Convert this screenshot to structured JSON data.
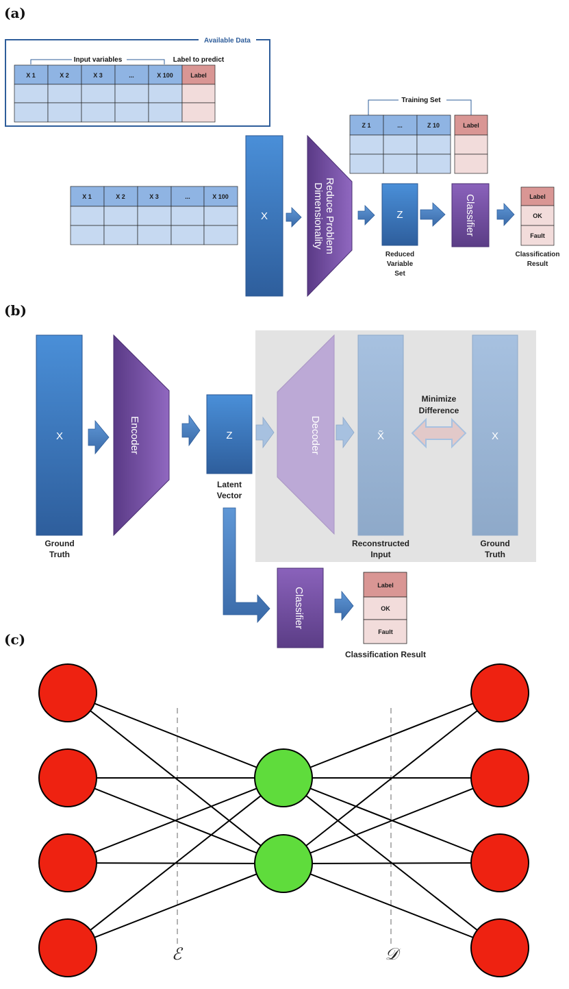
{
  "panels": {
    "a": "(a)",
    "b": "(b)",
    "c": "(c)"
  },
  "panel_a": {
    "available_data_title": "Available Data",
    "input_variables_label": "Input variables",
    "label_to_predict": "Label to predict",
    "input_headers": [
      "X 1",
      "X 2",
      "X 3",
      "...",
      "X 100"
    ],
    "label_header": "Label",
    "training_set_title": "Training Set",
    "training_headers": [
      "Z 1",
      "...",
      "Z 10"
    ],
    "x_block": "X",
    "reduce_text_line1": "Reduce Problem",
    "reduce_text_line2": "Dimensionality",
    "z_block": "Z",
    "reduced_caption": [
      "Reduced",
      "Variable",
      "Set"
    ],
    "classifier": "Classifier",
    "result_cells": [
      "Label",
      "OK",
      "Fault"
    ],
    "classification_caption": [
      "Classification",
      "Result"
    ]
  },
  "panel_b": {
    "x_block": "X",
    "ground_truth_caption": [
      "Ground",
      "Truth"
    ],
    "encoder": "Encoder",
    "z_block": "Z",
    "latent_caption": [
      "Latent",
      "Vector"
    ],
    "decoder": "Decoder",
    "xhat_block": "X̃",
    "reconstructed_caption": [
      "Reconstructed",
      "Input"
    ],
    "minimize_caption": [
      "Minimize",
      "Difference"
    ],
    "x_truth_block": "X",
    "ground_truth2_caption": [
      "Ground",
      "Truth"
    ],
    "classifier": "Classifier",
    "result_cells": [
      "Label",
      "OK",
      "Fault"
    ],
    "classification_caption": "Classification Result"
  },
  "panel_c": {
    "encoder_symbol": "ℰ",
    "decoder_symbol": "𝒟",
    "colors": {
      "input_output_node": "#ee2211",
      "latent_node": "#5fdc3c"
    }
  }
}
